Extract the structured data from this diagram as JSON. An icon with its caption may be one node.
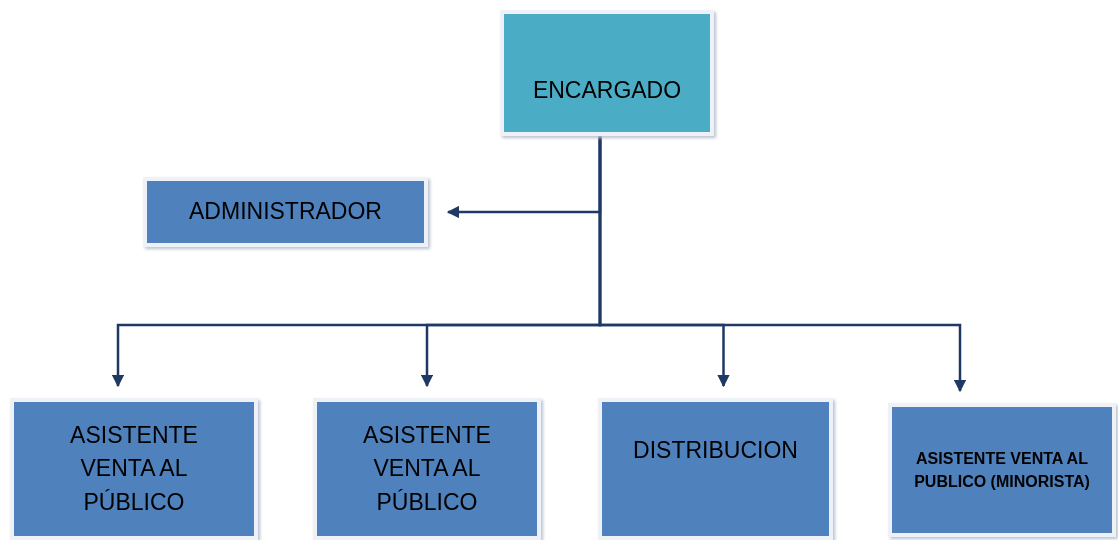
{
  "diagram": {
    "nodes": [
      {
        "text": [
          "ENCARGADO"
        ]
      },
      {
        "text": [
          "ADMINISTRADOR"
        ]
      },
      {
        "text": [
          "ASISTENTE VENTA AL PÚBLICO"
        ]
      },
      {
        "text": [
          "ASISTENTE VENTA AL PÚBLICO"
        ]
      },
      {
        "text": [
          "DISTRIBUCION"
        ]
      },
      {
        "text": [
          "ASISTENTE VENTA AL PUBLICO (MINORISTA)"
        ]
      }
    ],
    "edges": [
      {
        "from": 0,
        "to": 1,
        "arrow": "to"
      },
      {
        "from": 0,
        "to": 2,
        "arrow": "to"
      },
      {
        "from": 0,
        "to": 3,
        "arrow": "to"
      },
      {
        "from": 0,
        "to": 4,
        "arrow": "to"
      },
      {
        "from": 0,
        "to": 5,
        "arrow": "to"
      }
    ]
  }
}
